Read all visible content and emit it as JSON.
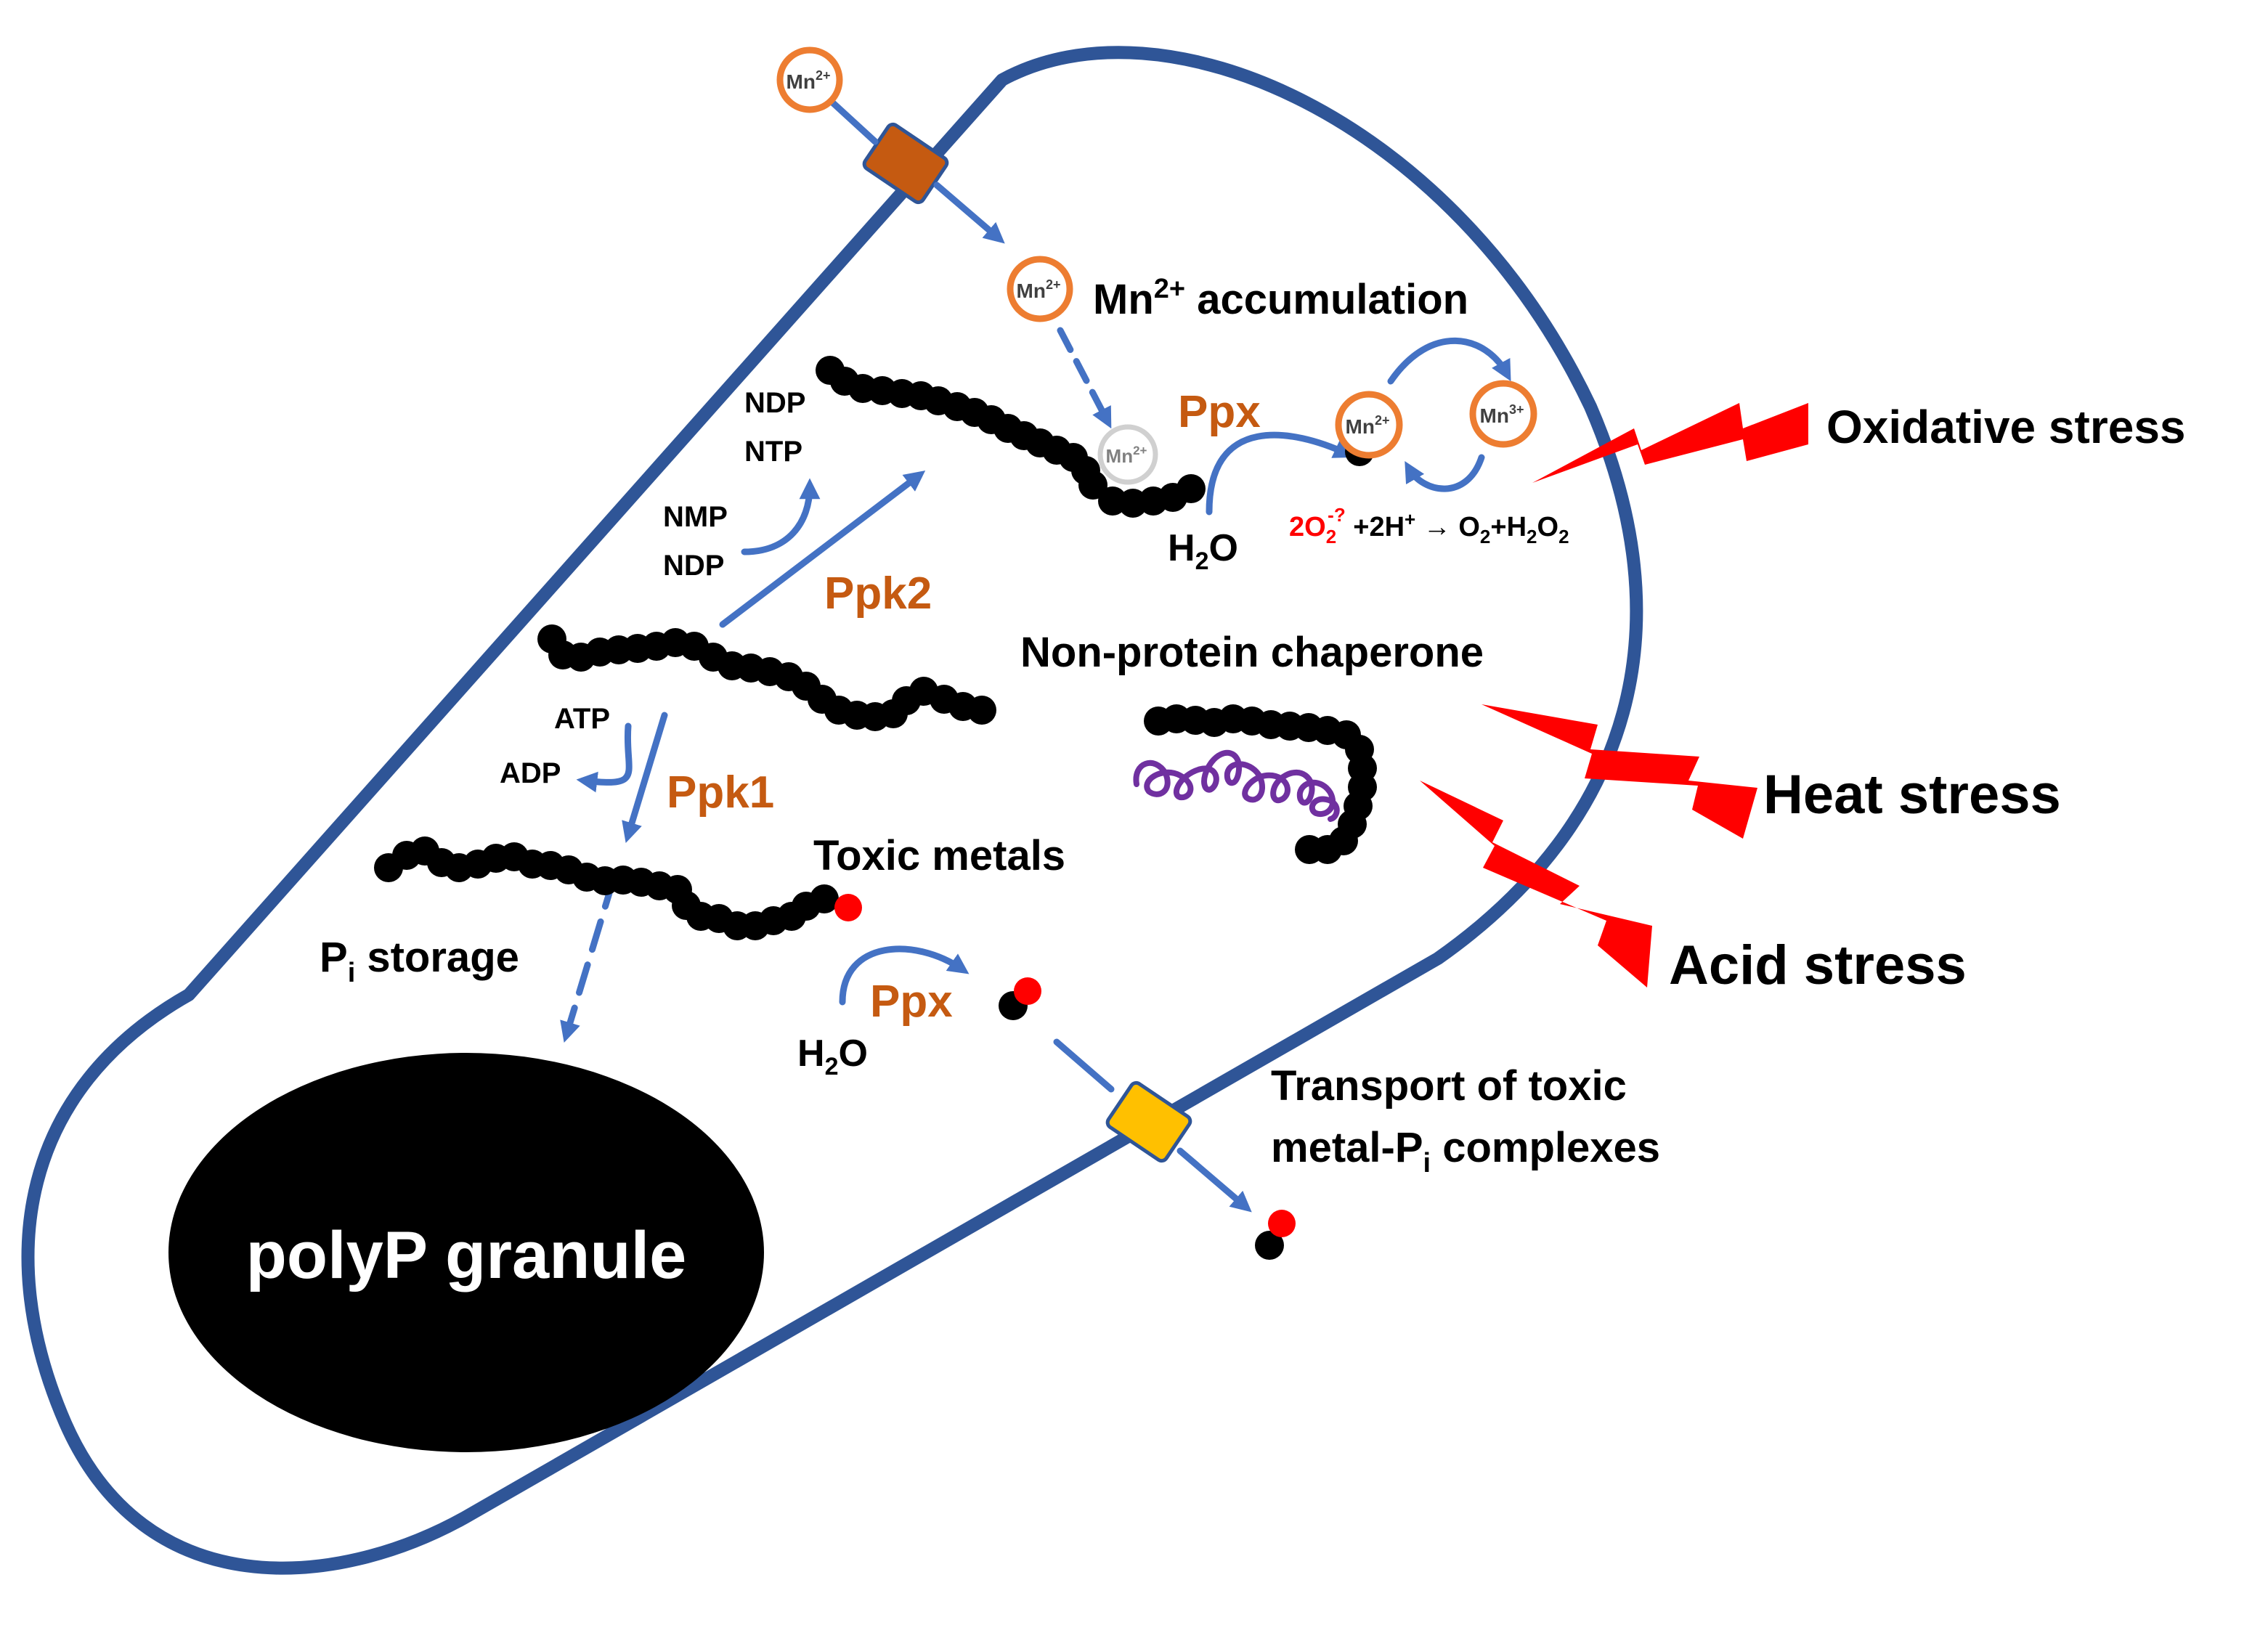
{
  "colors": {
    "membrane": "#2f5597",
    "arrow": "#4472c4",
    "enzyme": "#c55a11",
    "ion_ring": "#ed7d31",
    "ion_ring_faded": "#d0d0d0",
    "stress": "#ff0000",
    "metal": "#ff0000",
    "protein": "#7030a0",
    "transporter_mn": "#c55a11",
    "transporter_metal": "#ffc000",
    "superoxide": "#ff0000"
  },
  "ions": {
    "mn_outside": {
      "base": "Mn",
      "charge": "2+"
    },
    "mn_inside": {
      "base": "Mn",
      "charge": "2+"
    },
    "mn_bound": {
      "base": "Mn",
      "charge": "2+"
    },
    "mn_cycle_2": {
      "base": "Mn",
      "charge": "2+"
    },
    "mn_cycle_3": {
      "base": "Mn",
      "charge": "3+"
    }
  },
  "labels": {
    "mn_accumulation": {
      "base": "Mn",
      "sup": "2+",
      "rest": " accumulation"
    },
    "oxidative_stress": "Oxidative stress",
    "heat_stress": "Heat stress",
    "acid_stress": "Acid stress",
    "ppx_top": "Ppx",
    "ppx_bottom": "Ppx",
    "ppk2": "Ppk2",
    "ppk1": "Ppk1",
    "ndp_out": "NDP",
    "ntp_out": "NTP",
    "nmp_in": "NMP",
    "ndp_in": "NDP",
    "atp": "ATP",
    "adp": "ADP",
    "h2o_top": {
      "a": "H",
      "sub": "2",
      "b": "O"
    },
    "h2o_bottom": {
      "a": "H",
      "sub": "2",
      "b": "O"
    },
    "chaperone": "Non-protein chaperone",
    "toxic_metals": "Toxic metals",
    "pi_storage": {
      "base": "P",
      "sub": "i",
      "rest": " storage"
    },
    "granule": "polyP granule",
    "transport_line1": "Transport of toxic",
    "transport_line2": {
      "a": "metal-P",
      "sub": "i",
      "b": " complexes"
    }
  },
  "reaction": {
    "coef": "2",
    "o": "O",
    "o_sub": "2",
    "o_sup": "-?",
    "plus_h": " +2H",
    "h_sup": "+",
    "arrow": " → ",
    "o2": "O",
    "o2_sub": "2",
    "plus": "+H",
    "h2o2_sub1": "2",
    "h2o2_o": "O",
    "h2o2_sub2": "2"
  }
}
